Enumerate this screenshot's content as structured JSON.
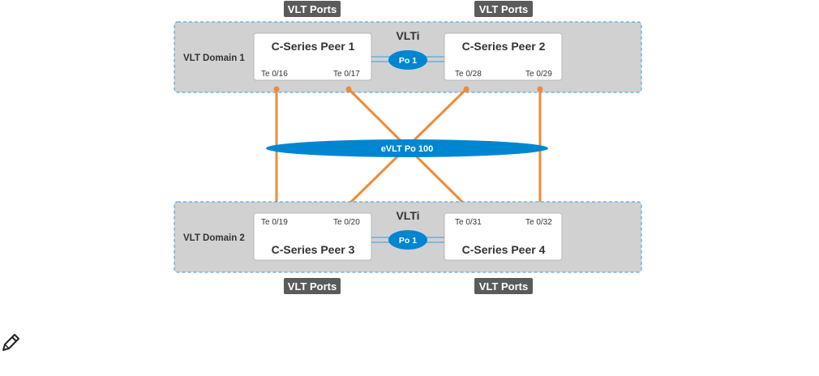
{
  "port_tags": {
    "top_left": "VLT Ports",
    "top_right": "VLT Ports",
    "bottom_left": "VLT Ports",
    "bottom_right": "VLT Ports"
  },
  "domains": [
    {
      "label": "VLT Domain 1",
      "vlti_label": "VLTi",
      "po_label": "Po 1",
      "peers": [
        {
          "name": "C-Series Peer 1",
          "ports": [
            "Te 0/16",
            "Te 0/17"
          ]
        },
        {
          "name": "C-Series Peer 2",
          "ports": [
            "Te 0/28",
            "Te 0/29"
          ]
        }
      ]
    },
    {
      "label": "VLT Domain 2",
      "vlti_label": "VLTi",
      "po_label": "Po 1",
      "peers": [
        {
          "name": "C-Series Peer 3",
          "ports": [
            "Te 0/19",
            "Te 0/20"
          ]
        },
        {
          "name": "C-Series Peer 4",
          "ports": [
            "Te 0/31",
            "Te 0/32"
          ]
        }
      ]
    }
  ],
  "evlt_label": "eVLT Po 100",
  "colors": {
    "domain_fill": "#d1d1d1",
    "domain_border": "#3a9ad9",
    "peer_fill": "#ffffff",
    "link": "#ee8a3a",
    "ellipse": "#0086d1",
    "tag_fill": "#5b5b5b",
    "tag_text": "#ffffff",
    "text": "#333333"
  },
  "icons": {
    "note": "pencil-note-icon"
  }
}
